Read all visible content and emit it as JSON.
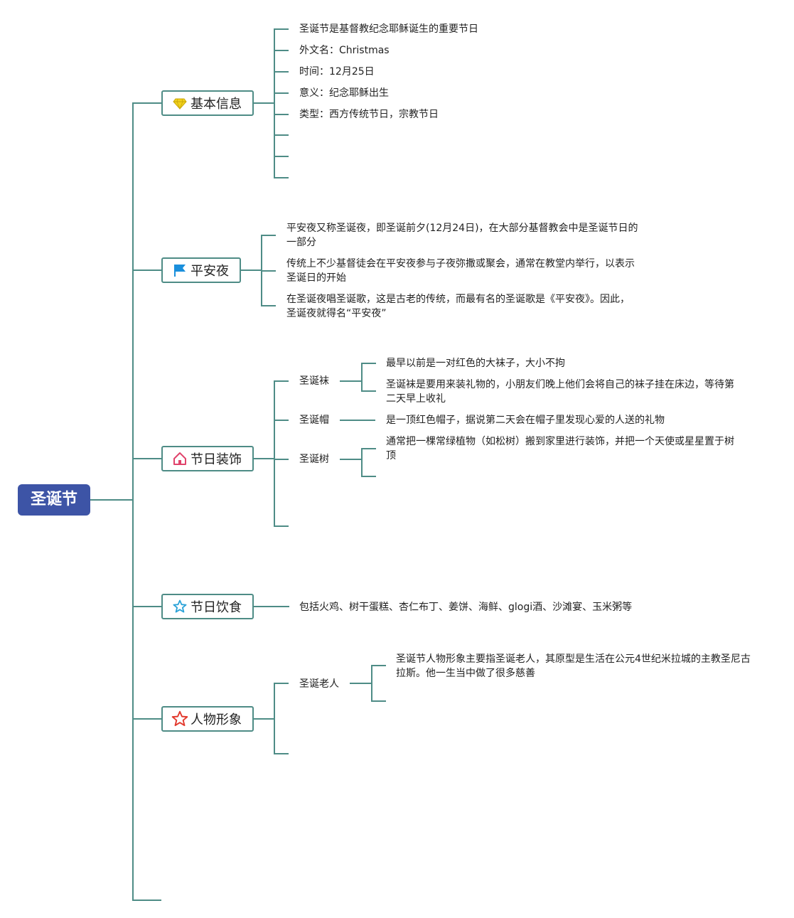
{
  "root": {
    "label": "圣诞节"
  },
  "topics": {
    "basic": {
      "label": "基本信息",
      "icon": "diamond-icon",
      "items": [
        "圣诞节是基督教纪念耶稣诞生的重要节日",
        "外文名：Christmas",
        "时间：12月25日",
        "意义：纪念耶稣出生",
        "类型：西方传统节日，宗教节日"
      ]
    },
    "eve": {
      "label": "平安夜",
      "icon": "flag-icon",
      "items": [
        "平安夜又称圣诞夜，即圣诞前夕(12月24日)，在大部分基督教会中是圣诞节日的一部分",
        "传统上不少基督徒会在平安夜参与子夜弥撒或聚会，通常在教堂内举行，以表示圣诞日的开始",
        "在圣诞夜唱圣诞歌，这是古老的传统，而最有名的圣诞歌是《平安夜》。因此，圣诞夜就得名“平安夜”"
      ]
    },
    "decor": {
      "label": "节日装饰",
      "icon": "home-icon",
      "subs": {
        "sock": {
          "label": "圣诞袜",
          "items": [
            "最早以前是一对红色的大袜子，大小不拘",
            "圣诞袜是要用来装礼物的，小朋友们晚上他们会将自己的袜子挂在床边，等待第二天早上收礼"
          ]
        },
        "hat": {
          "label": "圣诞帽",
          "items": [
            "是一顶红色帽子，据说第二天会在帽子里发现心爱的人送的礼物"
          ]
        },
        "tree": {
          "label": "圣诞树",
          "items": [
            "通常把一棵常绿植物（如松树）搬到家里进行装饰，并把一个天使或星星置于树顶"
          ]
        }
      }
    },
    "food": {
      "label": "节日饮食",
      "icon": "star-outline-icon",
      "items": [
        "包括火鸡、树干蛋糕、杏仁布丁、姜饼、海鲜、glogi酒、沙滩宴、玉米粥等"
      ]
    },
    "figure": {
      "label": "人物形象",
      "icon": "star-red-icon",
      "subs": {
        "santa": {
          "label": "圣诞老人",
          "items": [
            "圣诞节人物形象主要指圣诞老人，其原型是生活在公元4世纪米拉城的主教圣尼古拉斯。他一生当中做了很多慈善"
          ]
        }
      }
    }
  },
  "colors": {
    "root_bg": "#3d54a6",
    "connector": "#4e8c86",
    "icon_diamond": "#f2d21b",
    "icon_flag": "#1a8fdc",
    "icon_home": "#e0436b",
    "icon_star_outline": "#2aa2d8",
    "icon_star_red": "#e23a2e"
  }
}
